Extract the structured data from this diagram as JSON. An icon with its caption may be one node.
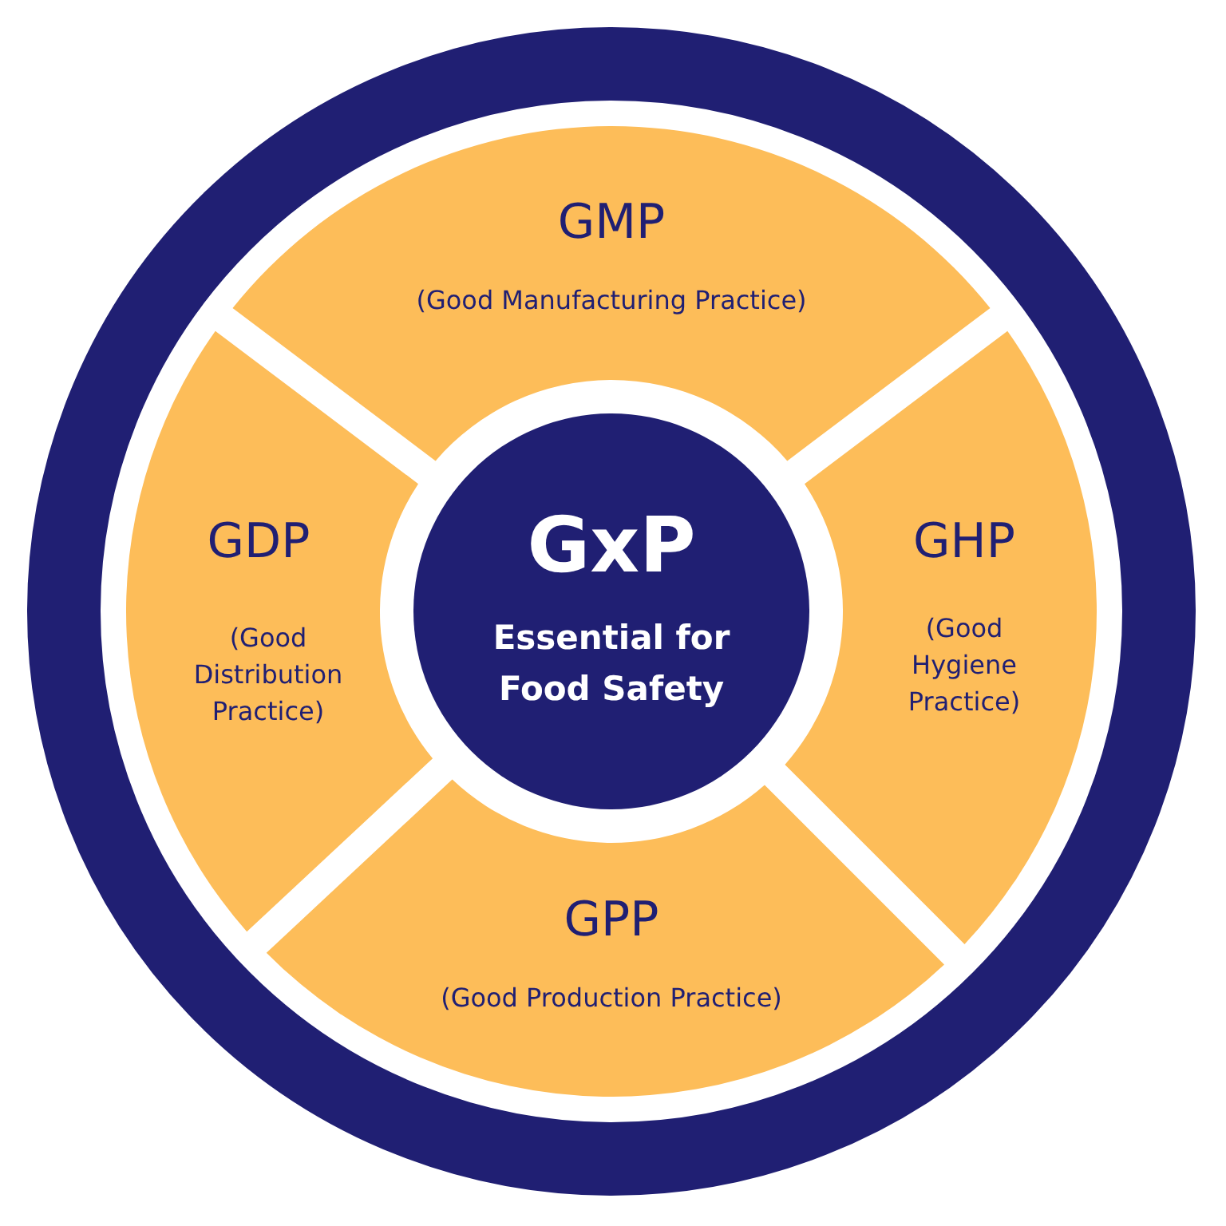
{
  "diagram": {
    "nodes": [
      {
        "text": [],
        "shape": "circle"
      },
      {
        "text": [
          "GMP",
          "(Good Manufacturing Practice)"
        ],
        "in": 0
      },
      {
        "text": [
          "GDP",
          "(Good Distribution Practice)"
        ],
        "in": 0
      },
      {
        "text": [
          "GxP",
          "Essential for Food Safety"
        ],
        "in": 0
      },
      {
        "text": [
          "GHP",
          "(Good Hygiene Practice)"
        ],
        "in": 0
      },
      {
        "text": [
          "GPP",
          "(Good Production Practice)"
        ],
        "in": 0
      }
    ]
  }
}
